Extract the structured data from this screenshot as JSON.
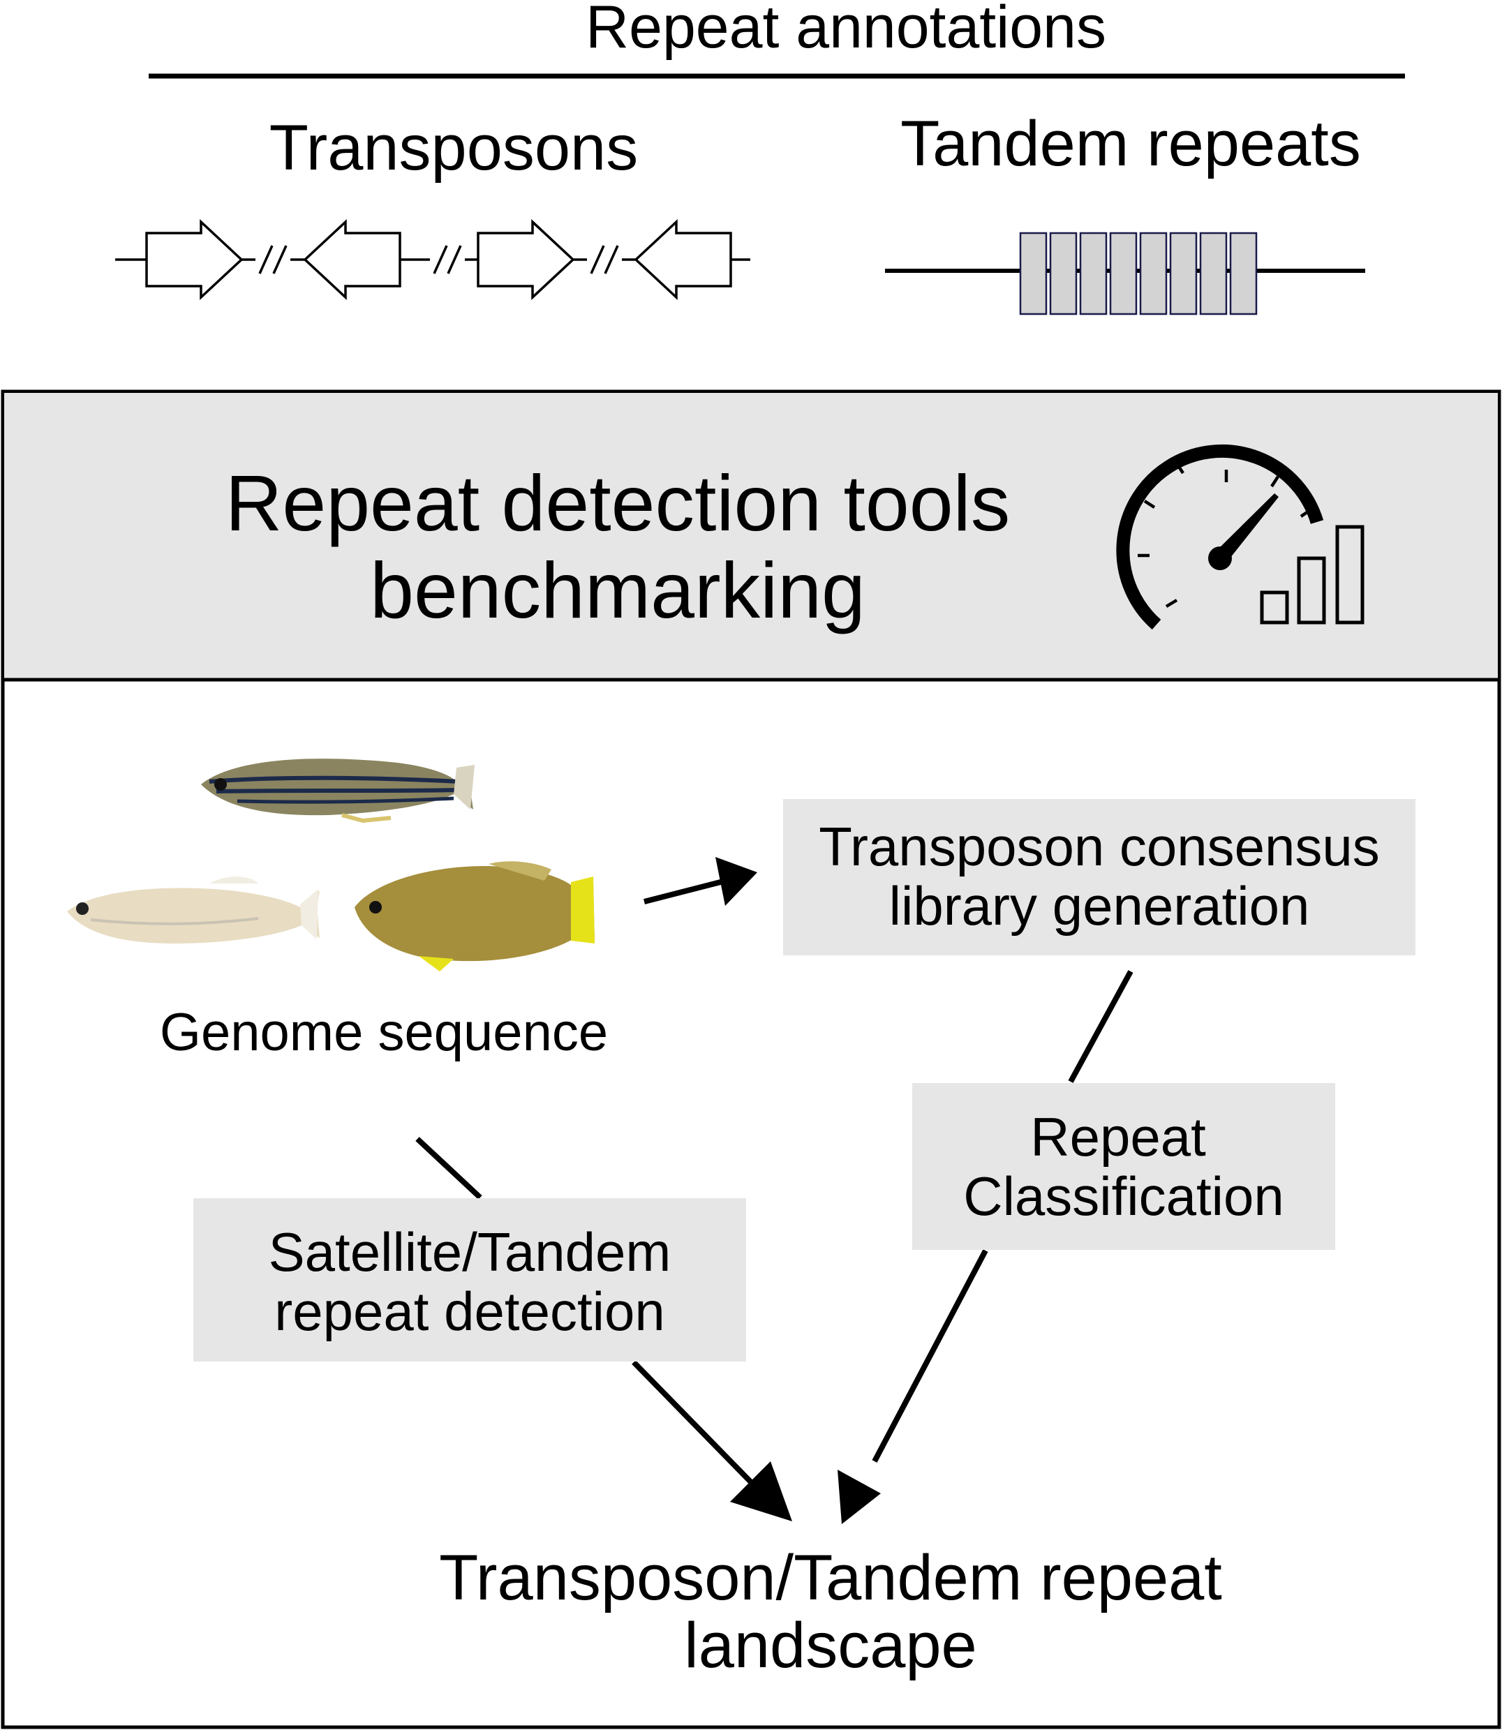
{
  "header": {
    "title": "Repeat annotations",
    "transposons_label": "Transposons",
    "tandem_label": "Tandem repeats"
  },
  "banner": {
    "line1": "Repeat detection tools",
    "line2": "benchmarking",
    "icon": "speedometer-icon"
  },
  "workflow": {
    "genome_label": "Genome sequence",
    "consensus_line1": "Transposon consensus",
    "consensus_line2": "library generation",
    "classification_line1": "Repeat",
    "classification_line2": "Classification",
    "satellite_line1": "Satellite/Tandem",
    "satellite_line2": "repeat detection",
    "landscape_line1": "Transposon/Tandem repeat",
    "landscape_line2": "landscape"
  },
  "colors": {
    "banner_bg": "#e6e6e6",
    "box_bg": "#e6e6e6",
    "tandem_block": "#d3d3d3",
    "tandem_block_border": "#1a1a4a",
    "zebrafish": "#8a8560",
    "medaka": "#e8dcc2",
    "killifish": "#a58e3c",
    "killifish_tail": "#e6e21a"
  }
}
